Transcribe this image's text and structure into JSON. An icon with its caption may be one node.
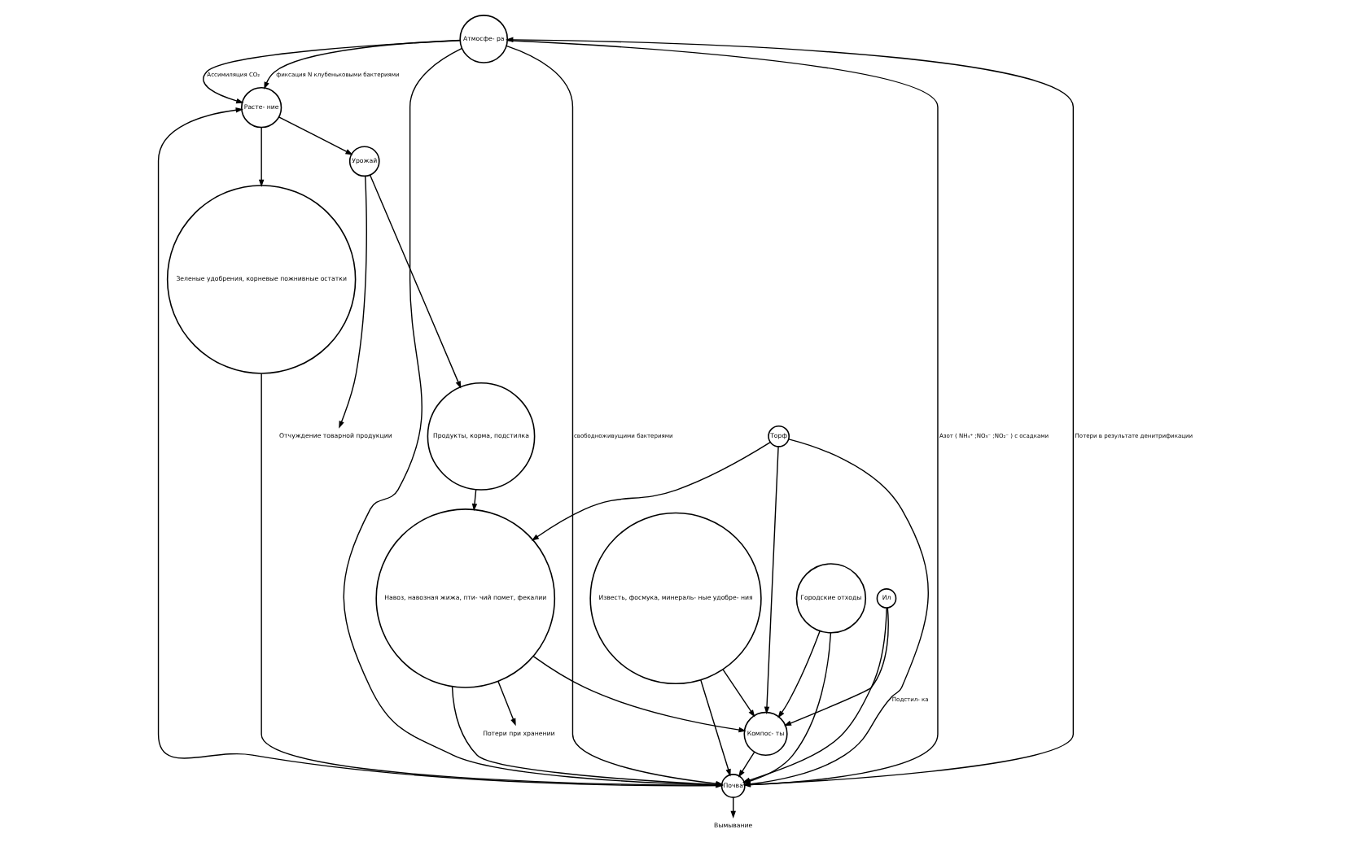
{
  "diagram": {
    "nodes": [
      {
        "text": [
          "Атмосфе- ра"
        ]
      },
      {
        "text": [
          "Урожай"
        ]
      },
      {
        "text": [
          "Отчуждение товарной продукции"
        ]
      },
      {
        "text": [
          "Продукты, корма, подстилка"
        ]
      },
      {
        "text": [
          "Потери при хранении"
        ]
      },
      {
        "text": [
          "Городские отходы"
        ]
      },
      {
        "text": [
          "Зеленые удобрения, корневые пожнивные остатки"
        ]
      },
      {
        "text": [
          "Известь, фосмука, минераль- ные удобре- ния"
        ]
      },
      {
        "text": [
          "Навоз, навозная жижа, пти- чий помет, фекалии"
        ]
      },
      {
        "text": [
          "Компос- ты"
        ]
      },
      {
        "text": [
          "Расте- ние"
        ]
      },
      {
        "text": [
          "Почва"
        ]
      },
      {
        "text": [
          "Торф"
        ]
      },
      {
        "text": [
          "Ил"
        ]
      },
      {
        "text": [
          "Вымывание"
        ]
      }
    ],
    "edges": [
      {
        "from": 1,
        "to": 2,
        "arrow": "to"
      },
      {
        "from": 1,
        "to": 3,
        "arrow": "to"
      },
      {
        "from": 3,
        "to": 8,
        "arrow": "to"
      },
      {
        "from": 8,
        "to": 4,
        "arrow": "to"
      },
      {
        "from": 5,
        "to": 9,
        "arrow": "to"
      },
      {
        "from": 7,
        "to": 9,
        "arrow": "to"
      },
      {
        "from": 8,
        "to": 9,
        "arrow": "to"
      },
      {
        "from": 10,
        "to": 1,
        "arrow": "to"
      },
      {
        "from": 10,
        "to": 6,
        "arrow": "to"
      },
      {
        "from": 6,
        "to": 11,
        "arrow": "to"
      },
      {
        "from": 8,
        "to": 11,
        "arrow": "to"
      },
      {
        "from": 0,
        "to": 10,
        "label": "Ассимиляция CO₂",
        "arrow": "to"
      },
      {
        "from": 0,
        "to": 10,
        "label": "фиксация N клубеньковыми бактериями",
        "arrow": "to"
      },
      {
        "from": 0,
        "to": 11,
        "arrow": "to"
      },
      {
        "from": 0,
        "to": 11,
        "label": "свободноживущими бактериями",
        "arrow": "to"
      },
      {
        "from": 0,
        "to": 11,
        "label": "Азот ( NH₄⁺ ;NO₃⁻ ;NO₂⁻ ) с осадками",
        "arrow": "to"
      },
      {
        "from": 11,
        "to": 0,
        "label": "Потери в результате денитрификации",
        "arrow": "to"
      },
      {
        "from": 11,
        "to": 10,
        "arrow": "to"
      },
      {
        "from": 11,
        "to": 14,
        "arrow": "to"
      },
      {
        "from": 12,
        "to": 11,
        "label": "Подстил- ка",
        "arrow": "to"
      },
      {
        "from": 12,
        "to": 8,
        "arrow": "to"
      },
      {
        "from": 12,
        "to": 9,
        "arrow": "to"
      },
      {
        "from": 13,
        "to": 9,
        "arrow": "to"
      },
      {
        "from": 9,
        "to": 11,
        "arrow": "to"
      },
      {
        "from": 13,
        "to": 11,
        "arrow": "to"
      },
      {
        "from": 7,
        "to": 11,
        "arrow": "to"
      },
      {
        "from": 5,
        "to": 11,
        "arrow": "to"
      }
    ]
  }
}
